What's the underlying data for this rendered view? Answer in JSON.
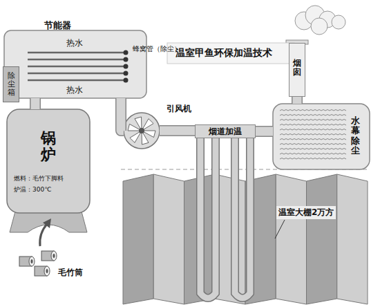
{
  "diagram": {
    "title": "温室甲鱼环保加温技术",
    "nodes": [
      {
        "text": [
          "节能器",
          "热水",
          "热水"
        ]
      },
      {
        "text": [
          "除尘箱"
        ],
        "in": 0
      },
      {
        "text": [
          "锅炉",
          "燃料：毛竹下脚料",
          "炉温：300℃"
        ]
      },
      {
        "text": [
          "引风机"
        ]
      },
      {
        "text": [
          "烟道加温"
        ]
      },
      {
        "text": [
          "烟囱"
        ]
      },
      {
        "text": [
          "水幕除尘"
        ]
      },
      {
        "text": [
          "温室大棚2万方"
        ]
      }
    ],
    "edges": [
      {
        "from": 2,
        "to": 0,
        "arrow": "none"
      },
      {
        "from": 0,
        "to": 3,
        "arrow": "none"
      },
      {
        "from": 3,
        "to": 4,
        "arrow": "none"
      },
      {
        "from": 4,
        "to": 6,
        "arrow": "none"
      },
      {
        "from": 6,
        "to": 5,
        "arrow": "none"
      }
    ],
    "labels": [
      "蜂窝管（除尘）",
      "毛竹筒"
    ]
  }
}
